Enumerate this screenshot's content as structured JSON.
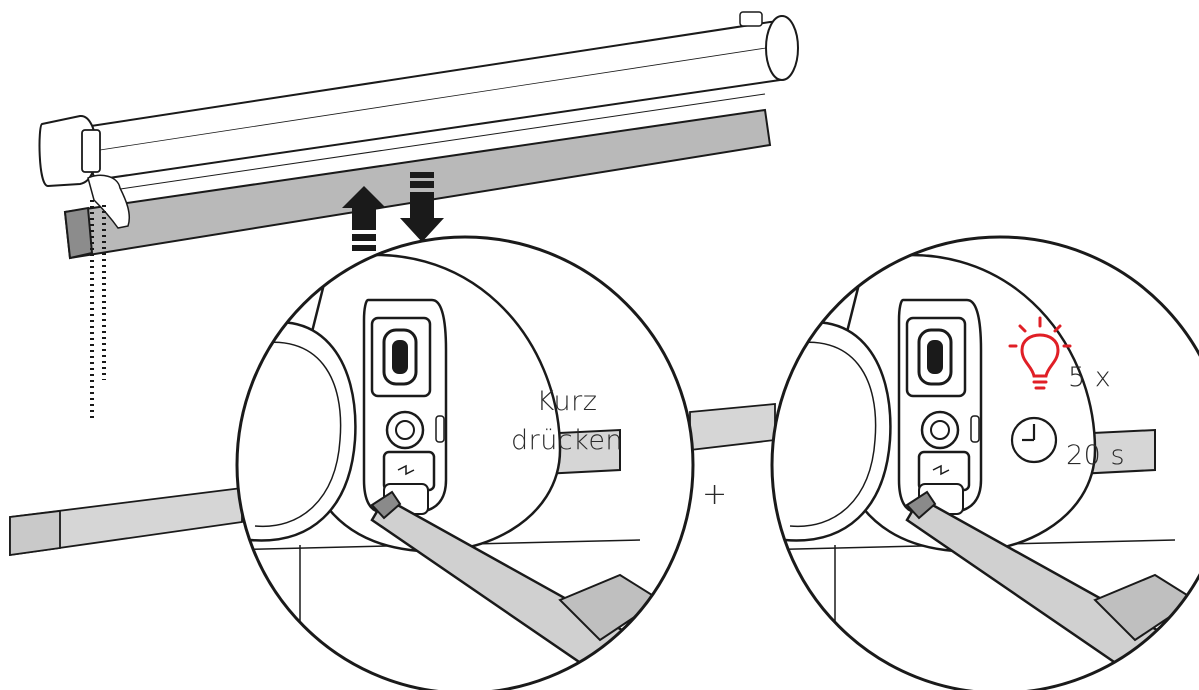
{
  "step1": {
    "line1": "Kurz",
    "line2": "drücken"
  },
  "plus_symbol": "+",
  "led": {
    "icon": "light-bulb-icon",
    "color": "#e01f26",
    "blink_count_label": "5 x"
  },
  "timer": {
    "icon": "clock-icon",
    "duration_label": "20 s"
  },
  "colors": {
    "line": "#1a1a1a",
    "bar": "#b9b9b9",
    "tube": "#d9d9d9",
    "accent": "#e01f26"
  }
}
